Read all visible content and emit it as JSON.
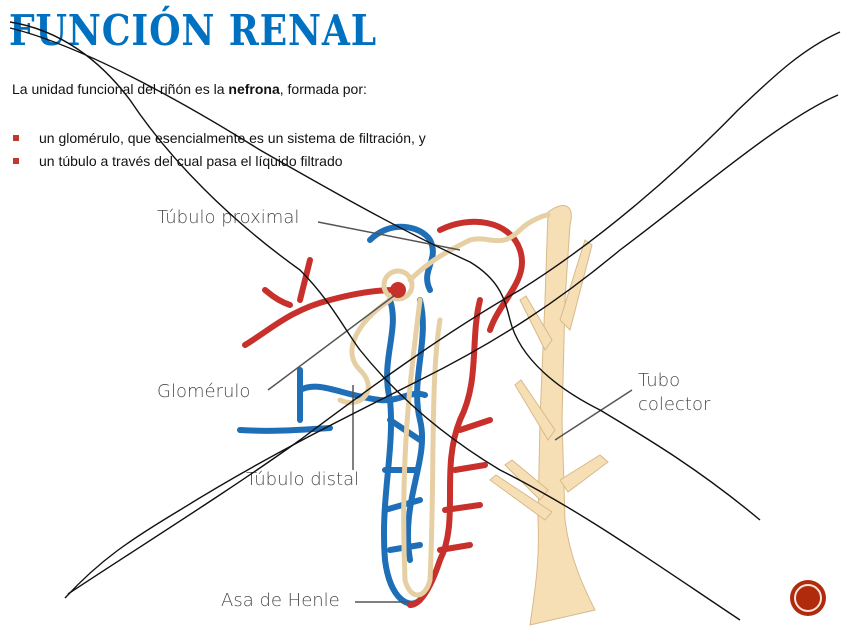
{
  "slide": {
    "title": "FUNCIÓN RENAL",
    "intro": {
      "prefix": "La unidad funcional del riñón es la ",
      "bold": "nefrona",
      "suffix": ", formada por:"
    },
    "bullets": [
      "un glomérulo, que esencialmente es un sistema de filtración, y",
      "un túbulo a través del cual pasa el líquido filtrado"
    ],
    "bullet_color": "#c0392b",
    "title_color": "#0070c0"
  },
  "diagram": {
    "labels": {
      "tubulo_proximal": "Túbulo proximal",
      "glomerulo": "Glomérulo",
      "tubulo_distal": "Túbulo distal",
      "asa_henle": "Asa de Henle",
      "tubo_line1": "Tubo",
      "tubo_line2": "colector"
    },
    "colors": {
      "artery": "#c8302c",
      "vein": "#1f6fb8",
      "tubule": "#f3dcb0"
    }
  },
  "nav": {
    "icon": "next-slide-icon",
    "color": "#b02a0c"
  }
}
